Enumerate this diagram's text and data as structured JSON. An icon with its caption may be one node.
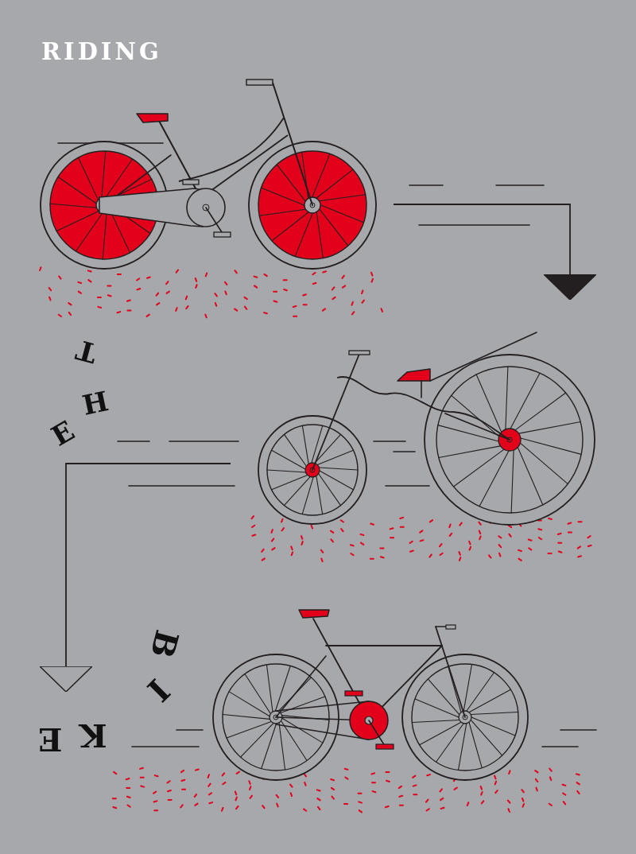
{
  "diagram": {
    "title": "RIDING",
    "nodes": [
      {
        "text": [],
        "shape": "picture"
      },
      {
        "text": [],
        "shape": "picture"
      },
      {
        "text": [],
        "shape": "picture"
      }
    ],
    "edges": [
      {
        "from": 0,
        "to": 1,
        "arrow": "to"
      },
      {
        "from": 1,
        "to": null,
        "arrow": "to"
      }
    ],
    "labels": [
      "T",
      "H",
      "E",
      "B",
      "I",
      "K",
      "E"
    ]
  }
}
